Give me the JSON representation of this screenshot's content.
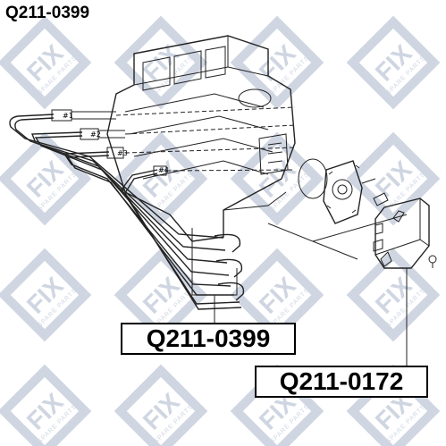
{
  "title": "Q211-0399",
  "watermark": {
    "brand": "FIX",
    "sub": "SPARE PARTS",
    "color": "#cfd6e2"
  },
  "callouts": [
    {
      "id": "wires",
      "part_number": "Q211-0399"
    },
    {
      "id": "coil",
      "part_number": "Q211-0172"
    }
  ],
  "wire_labels": [
    "#1",
    "#2",
    "#3",
    "#4"
  ]
}
